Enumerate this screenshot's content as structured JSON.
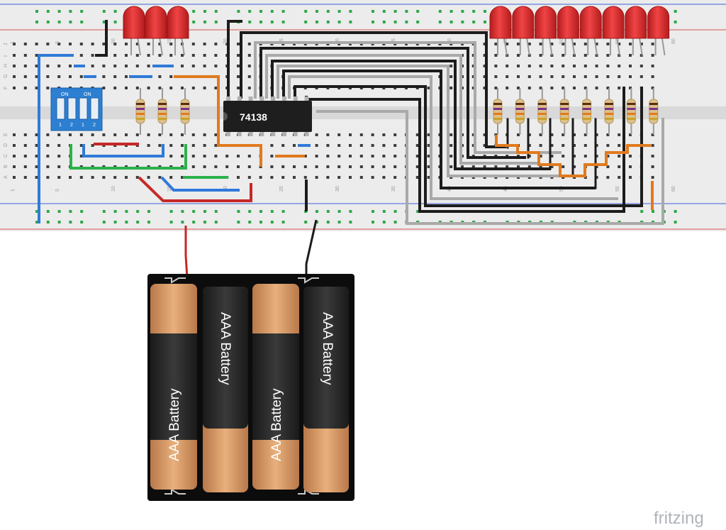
{
  "chip": {
    "label": "74138"
  },
  "dip_switch": {
    "on_labels": [
      "ON",
      "ON"
    ],
    "pin_labels": [
      "1",
      "2",
      "1",
      "2"
    ]
  },
  "breadboard": {
    "column_labels": [
      "1",
      "5",
      "10",
      "15",
      "20",
      "25",
      "30",
      "35",
      "40",
      "45",
      "50",
      "55",
      "60"
    ],
    "row_labels_top": [
      "J",
      "I",
      "H",
      "G",
      "F"
    ],
    "row_labels_bottom": [
      "E",
      "D",
      "C",
      "B",
      "A"
    ]
  },
  "battery_pack": {
    "cell_label": "AAA Battery",
    "cell_count": 4
  },
  "leds": {
    "left_count": 3,
    "right_count": 8,
    "color": "#e8292b"
  },
  "resistors": {
    "left_count": 3,
    "right_count": 8
  },
  "brand": {
    "name": "fritzing"
  },
  "colors": {
    "breadboard": "#ececec",
    "rail_red": "#d9534f",
    "rail_blue": "#3d5fd9",
    "wire_black": "#1c1c1c",
    "wire_gray": "#a9a9a9",
    "wire_orange": "#e07a1e",
    "wire_blue": "#2f7ad8",
    "wire_green": "#2bb24c",
    "wire_red": "#c62828",
    "led_red": "#e8292b",
    "dip_blue": "#2d7fd1",
    "battery_copper": "#d89a64"
  }
}
